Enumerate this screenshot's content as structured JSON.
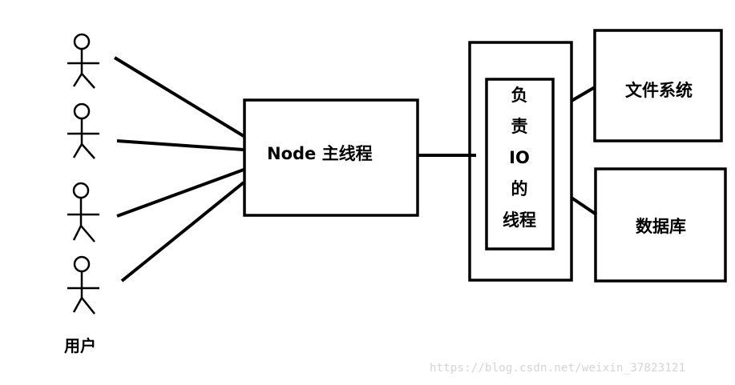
{
  "diagram": {
    "main_thread": "Node 主线程",
    "io_thread": [
      "负",
      "责",
      "IO",
      "的",
      "线程"
    ],
    "file_system": "文件系统",
    "database": "数据库",
    "users_label": "用户",
    "watermark": "https://blog.csdn.net/weixin_37823121",
    "user_count": 4
  }
}
